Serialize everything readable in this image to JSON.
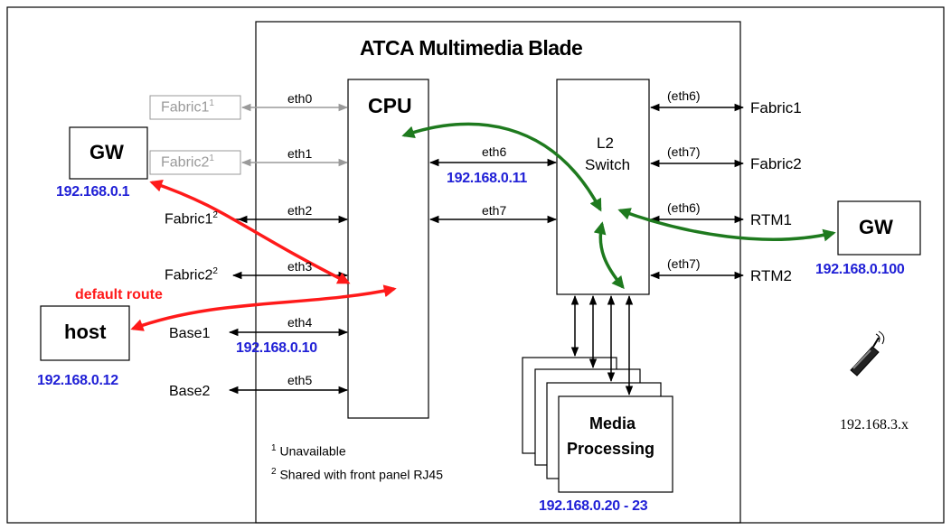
{
  "title": "ATCA Multimedia Blade",
  "cpu_label": "CPU",
  "switch_label": [
    "L2",
    "Switch"
  ],
  "media_label": [
    "Media",
    "Processing"
  ],
  "gw_left": {
    "label": "GW",
    "ip": "192.168.0.1"
  },
  "gw_right": {
    "label": "GW",
    "ip": "192.168.0.100"
  },
  "host": {
    "label": "host",
    "ip": "192.168.0.12"
  },
  "default_route": "default route",
  "phone_ip": "192.168.3.x",
  "ips": {
    "cpu_eth6": "192.168.0.11",
    "cpu_base": "192.168.0.10",
    "media": "192.168.0.20 - 23"
  },
  "left_ports": [
    {
      "name": "Fabric1",
      "sup": "1",
      "eth": "eth0",
      "unavailable": true
    },
    {
      "name": "Fabric2",
      "sup": "1",
      "eth": "eth1",
      "unavailable": true
    },
    {
      "name": "Fabric1",
      "sup": "2",
      "eth": "eth2",
      "unavailable": false
    },
    {
      "name": "Fabric2",
      "sup": "2",
      "eth": "eth3",
      "unavailable": false
    },
    {
      "name": "Base1",
      "sup": "",
      "eth": "eth4",
      "unavailable": false
    },
    {
      "name": "Base2",
      "sup": "",
      "eth": "eth5",
      "unavailable": false
    }
  ],
  "cpu_switch_links": [
    "eth6",
    "eth7"
  ],
  "right_ports": [
    {
      "eth": "(eth6)",
      "name": "Fabric1"
    },
    {
      "eth": "(eth7)",
      "name": "Fabric2"
    },
    {
      "eth": "(eth6)",
      "name": "RTM1"
    },
    {
      "eth": "(eth7)",
      "name": "RTM2"
    }
  ],
  "footnotes": [
    {
      "sup": "1",
      "text": "Unavailable"
    },
    {
      "sup": "2",
      "text": "Shared with front panel RJ45"
    }
  ],
  "colors": {
    "green": "#1e7a1e",
    "red": "#ff1a1a",
    "ip": "#1f1fd6",
    "gray": "#9a9a9a"
  }
}
